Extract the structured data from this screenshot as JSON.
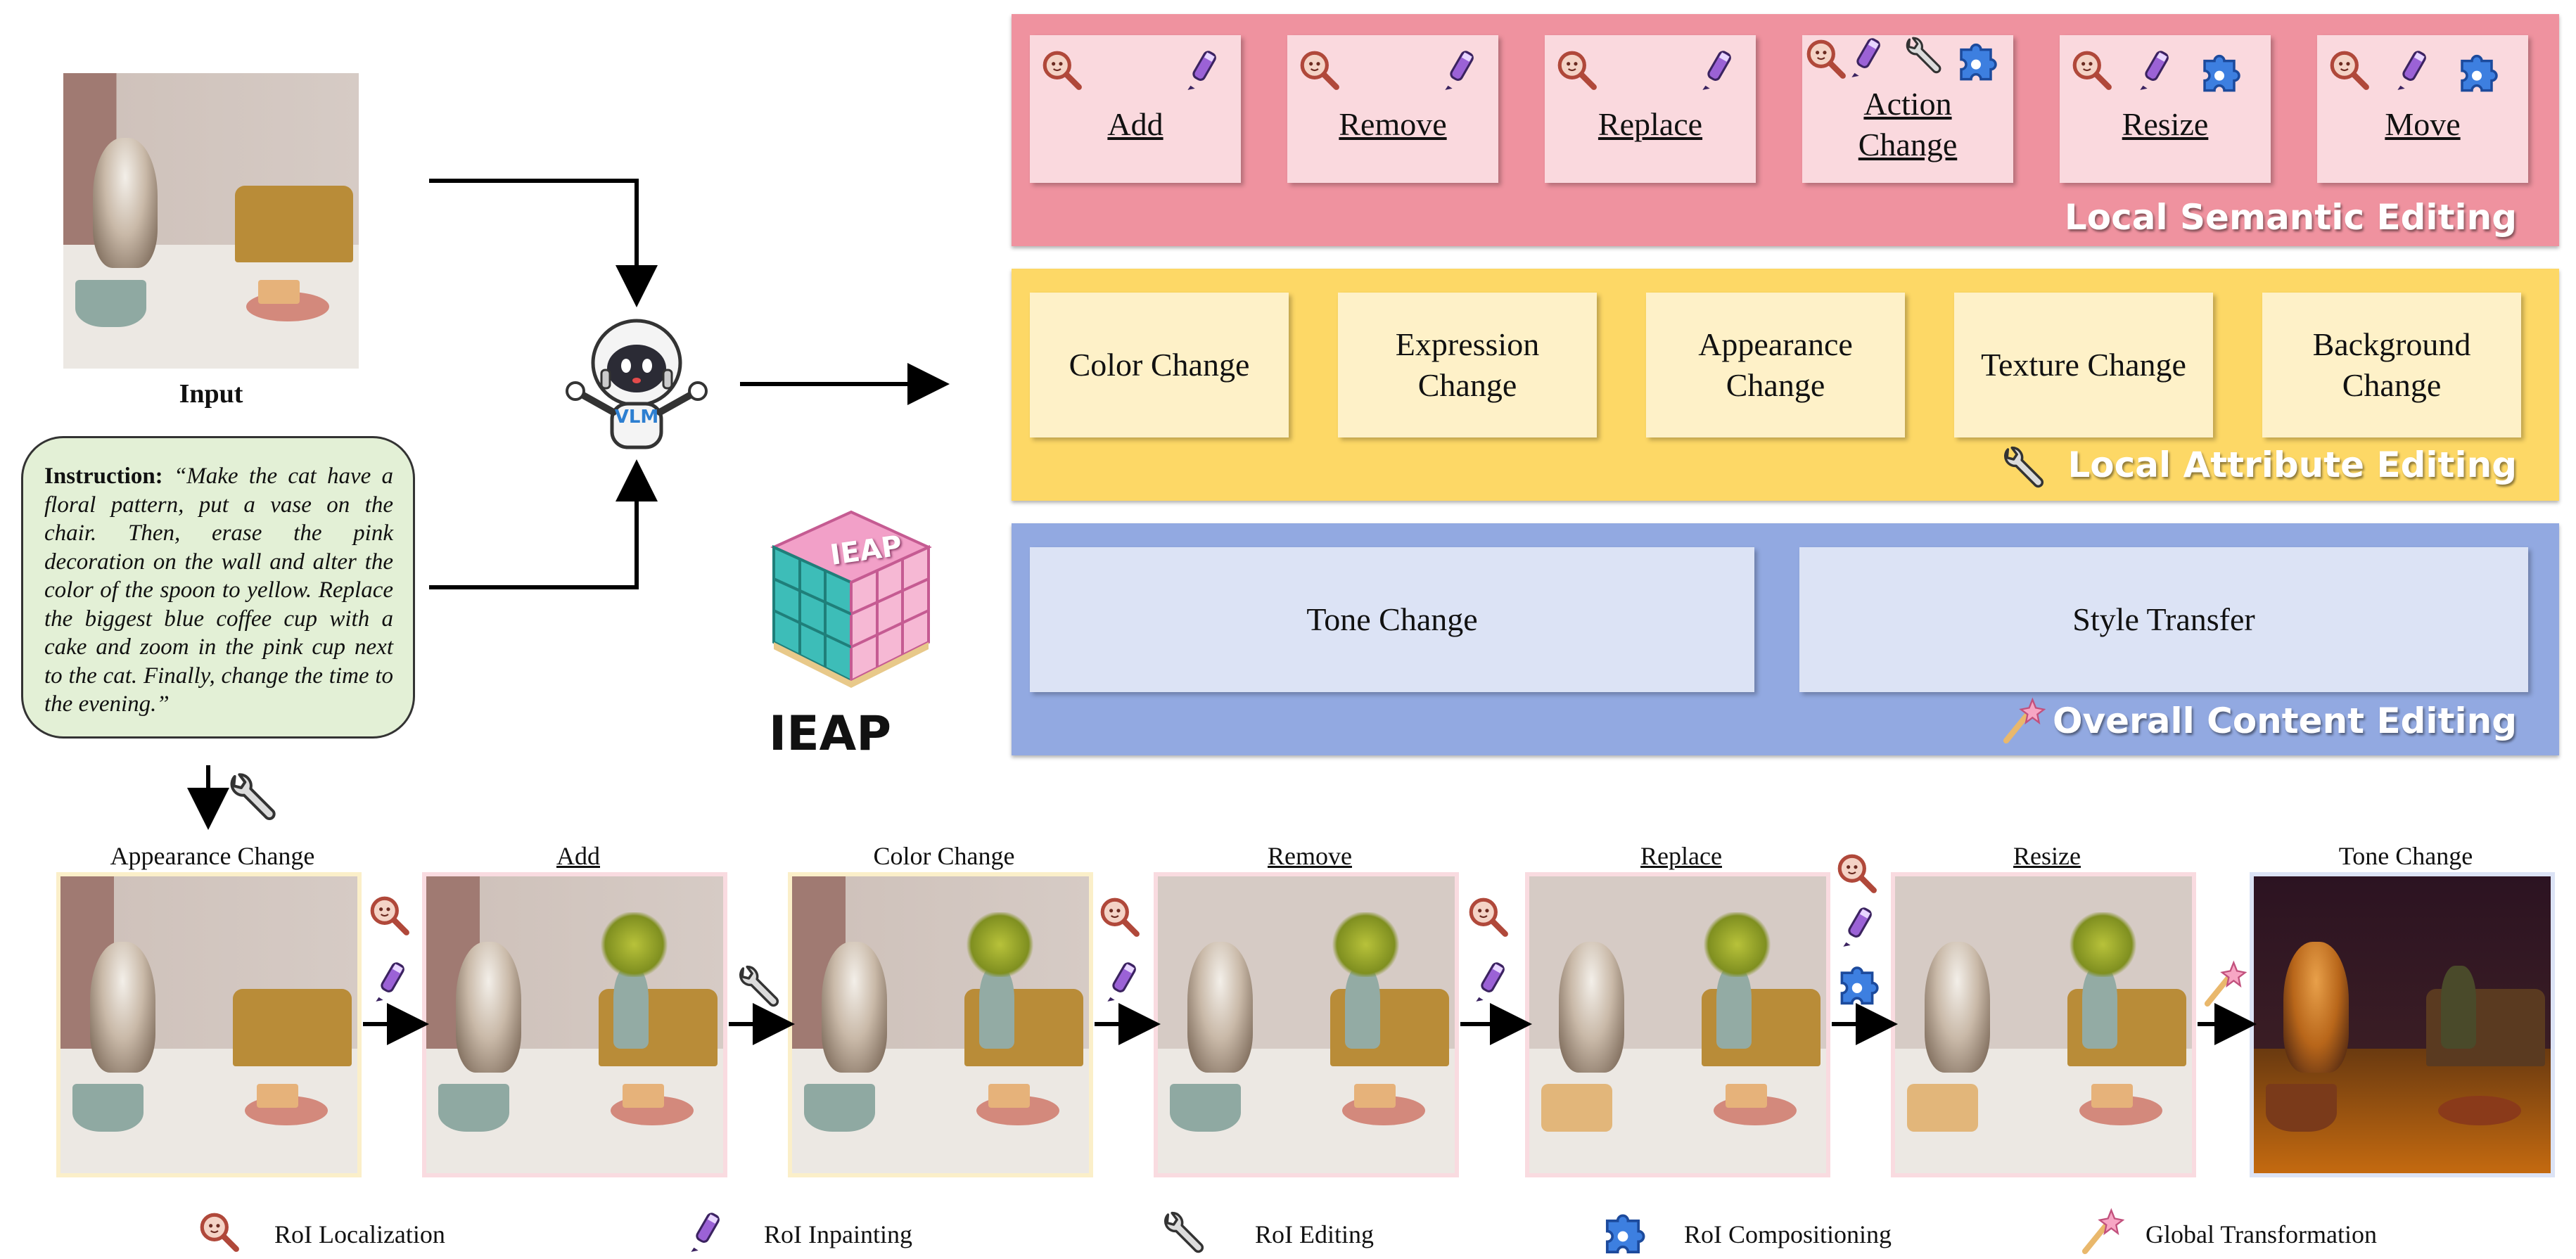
{
  "input_label": "Input",
  "instruction": {
    "prefix": "Instruction:",
    "text": "“Make the cat have a floral pattern, put a vase on the chair. Then, erase the pink decoration on the wall and alter the color of the spoon to yellow. Replace the biggest blue coffee cup with a cake and zoom in the pink cup next to the cat. Finally, change the time to the evening.”"
  },
  "agent_label": "VLM",
  "logo": {
    "cube_text": "IEAP",
    "title": "IEAP"
  },
  "sections": {
    "local_semantic": {
      "title": "Local Semantic Editing",
      "items": [
        "Add",
        "Remove",
        "Replace",
        "Action Change",
        "Resize",
        "Move"
      ]
    },
    "local_attribute": {
      "title": "Local Attribute Editing",
      "items": [
        "Color Change",
        "Expression Change",
        "Appearance Change",
        "Texture Change",
        "Background Change"
      ]
    },
    "overall_content": {
      "title": "Overall Content Editing",
      "items": [
        "Tone Change",
        "Style Transfer"
      ]
    }
  },
  "pipeline": {
    "steps": [
      "Appearance Change",
      "Add",
      "Color Change",
      "Remove",
      "Replace",
      "Resize",
      "Tone Change"
    ]
  },
  "legend": [
    "RoI Localization",
    "RoI Inpainting",
    "RoI Editing",
    "RoI Compositioning",
    "Global Transformation"
  ],
  "colors": {
    "semantic_bg": "#ef929f",
    "semantic_card": "#fad9de",
    "attribute_bg": "#fdd866",
    "attribute_card": "#fef1c8",
    "overall_bg": "#92a9e1",
    "overall_card": "#dce3f5",
    "instruction_bg": "#e3f0d6"
  },
  "icons": [
    "magnifier-icon",
    "pen-icon",
    "wrench-icon",
    "puzzle-icon",
    "wand-icon",
    "robot-icon",
    "cube-icon"
  ]
}
